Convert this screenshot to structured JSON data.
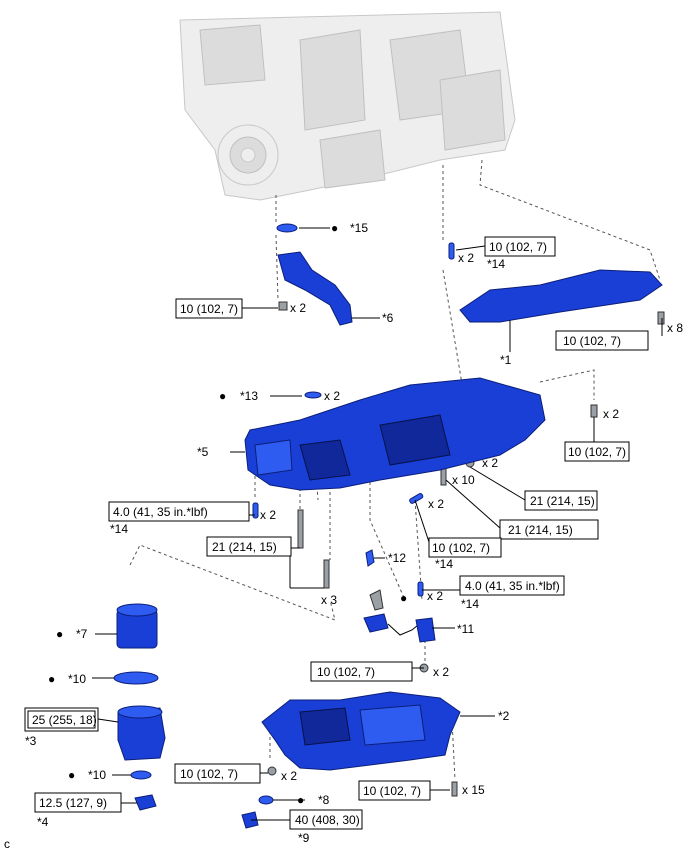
{
  "torque": {
    "t10": "10 (102, 7)",
    "t21": "21 (214, 15)",
    "t4": "4.0 (41, 35 in.*lbf)",
    "t25": "25 (255, 18)",
    "t125": "12.5 (127, 9)",
    "t40": "40 (408, 30)"
  },
  "callouts": {
    "c1": "*1",
    "c2": "*2",
    "c3": "*3",
    "c4": "*4",
    "c5": "*5",
    "c6": "*6",
    "c7": "*7",
    "c8": "*8",
    "c9": "*9",
    "c10": "*10",
    "c11": "*11",
    "c12": "*12",
    "c13": "*13",
    "c14": "*14",
    "c15": "*15"
  },
  "qty": {
    "x2": "x 2",
    "x3": "x 3",
    "x8": "x 8",
    "x10": "x 10",
    "x15": "x 15"
  },
  "markers": {
    "dot": "●"
  },
  "corner": "c"
}
